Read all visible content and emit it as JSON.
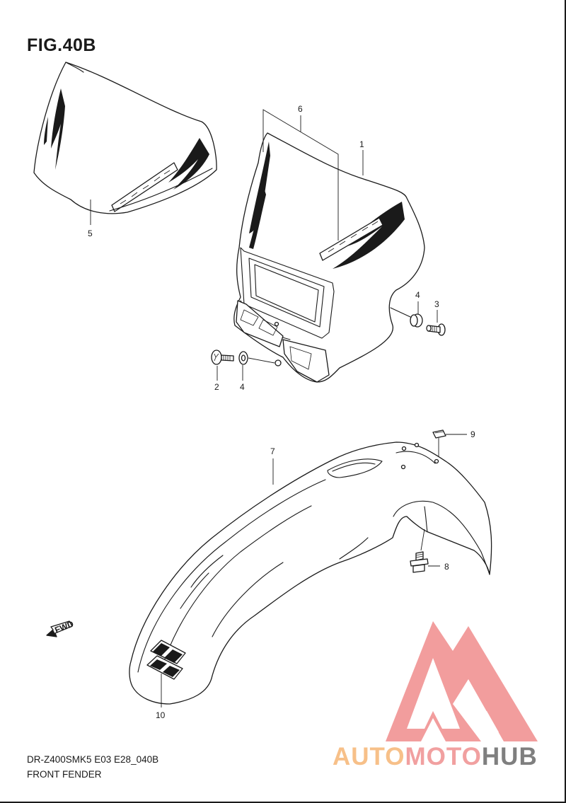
{
  "figure": {
    "title": "FIG.40B",
    "model_code": "DR-Z400SMK5 E03 E28_040B",
    "section_name": "FRONT FENDER"
  },
  "callouts": {
    "c1": "1",
    "c2": "2",
    "c3": "3",
    "c4a": "4",
    "c4b": "4",
    "c5": "5",
    "c6": "6",
    "c7": "7",
    "c8": "8",
    "c9": "9",
    "c10": "10"
  },
  "badges": {
    "fwd": "FWD"
  },
  "watermark": {
    "part_a": "AUTO",
    "part_b": "MOTO",
    "part_c": "HUB",
    "colors": {
      "triangle": "#f08c8c",
      "auto": "#f7c089",
      "moto": "#f1a0a0",
      "hub": "#7f7f7f"
    }
  },
  "colors": {
    "line": "#1a1a1a",
    "background": "#ffffff"
  }
}
